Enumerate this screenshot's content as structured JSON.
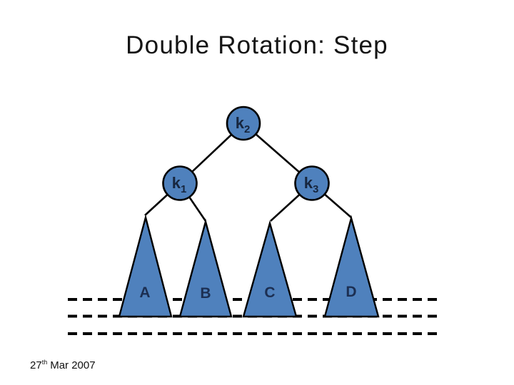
{
  "slide": {
    "title": "Double Rotation: Step",
    "footer": {
      "day": "27",
      "ordinal": "th",
      "rest": "Mar 2007"
    }
  },
  "tree": {
    "root": {
      "label": "k",
      "sub": "2"
    },
    "left": {
      "label": "k",
      "sub": "1"
    },
    "right": {
      "label": "k",
      "sub": "3"
    },
    "subtrees": [
      {
        "label": "A"
      },
      {
        "label": "B"
      },
      {
        "label": "C"
      },
      {
        "label": "D"
      }
    ]
  },
  "colors": {
    "node_fill": "#4F81BD",
    "outline": "#000000",
    "node_label": "#17263E",
    "subtree_label": "#1C2F52",
    "title_text": "#141414"
  }
}
